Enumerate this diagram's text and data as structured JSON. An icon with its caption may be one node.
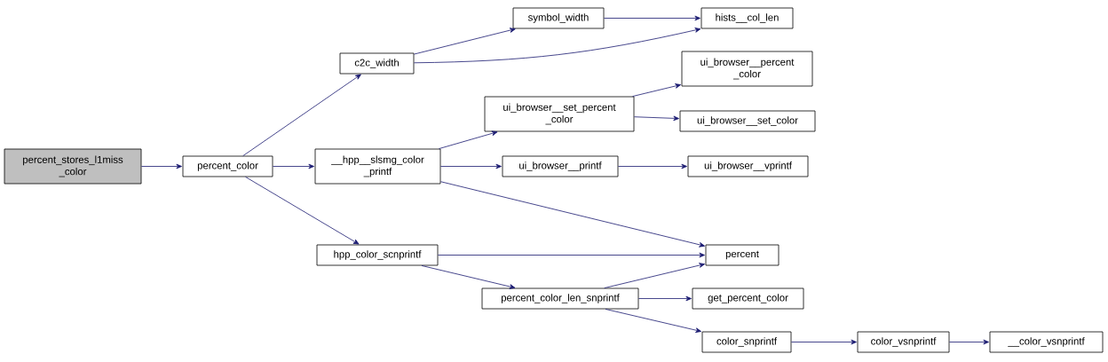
{
  "diagram": {
    "nodes": [
      {
        "text": [
          "percent_stores_l1miss _color"
        ]
      },
      {
        "text": [
          "percent_color"
        ]
      },
      {
        "text": [
          "c2c_width"
        ]
      },
      {
        "text": [
          "symbol_width"
        ]
      },
      {
        "text": [
          "hists__col_len"
        ]
      },
      {
        "text": [
          "__hpp__slsmg_color _printf"
        ]
      },
      {
        "text": [
          "ui_browser__set_percent _color"
        ]
      },
      {
        "text": [
          "ui_browser__percent _color"
        ]
      },
      {
        "text": [
          "ui_browser__set_color"
        ]
      },
      {
        "text": [
          "ui_browser__printf"
        ]
      },
      {
        "text": [
          "ui_browser__vprintf"
        ]
      },
      {
        "text": [
          "hpp_color_scnprintf"
        ]
      },
      {
        "text": [
          "percent"
        ]
      },
      {
        "text": [
          "percent_color_len_snprintf"
        ]
      },
      {
        "text": [
          "get_percent_color"
        ]
      },
      {
        "text": [
          "color_snprintf"
        ]
      },
      {
        "text": [
          "color_vsnprintf"
        ]
      },
      {
        "text": [
          "__color_vsnprintf"
        ]
      }
    ],
    "edges": [
      {
        "from": 0,
        "to": 1,
        "arrow": "to"
      },
      {
        "from": 1,
        "to": 2,
        "arrow": "to"
      },
      {
        "from": 1,
        "to": 5,
        "arrow": "to"
      },
      {
        "from": 1,
        "to": 11,
        "arrow": "to"
      },
      {
        "from": 2,
        "to": 3,
        "arrow": "to"
      },
      {
        "from": 2,
        "to": 4,
        "arrow": "to"
      },
      {
        "from": 3,
        "to": 4,
        "arrow": "to"
      },
      {
        "from": 5,
        "to": 6,
        "arrow": "to"
      },
      {
        "from": 5,
        "to": 9,
        "arrow": "to"
      },
      {
        "from": 5,
        "to": 12,
        "arrow": "to"
      },
      {
        "from": 6,
        "to": 7,
        "arrow": "to"
      },
      {
        "from": 6,
        "to": 8,
        "arrow": "to"
      },
      {
        "from": 9,
        "to": 10,
        "arrow": "to"
      },
      {
        "from": 11,
        "to": 12,
        "arrow": "to"
      },
      {
        "from": 11,
        "to": 13,
        "arrow": "to"
      },
      {
        "from": 13,
        "to": 12,
        "arrow": "to"
      },
      {
        "from": 13,
        "to": 14,
        "arrow": "to"
      },
      {
        "from": 13,
        "to": 15,
        "arrow": "to"
      },
      {
        "from": 15,
        "to": 16,
        "arrow": "to"
      },
      {
        "from": 16,
        "to": 17,
        "arrow": "to"
      }
    ]
  }
}
